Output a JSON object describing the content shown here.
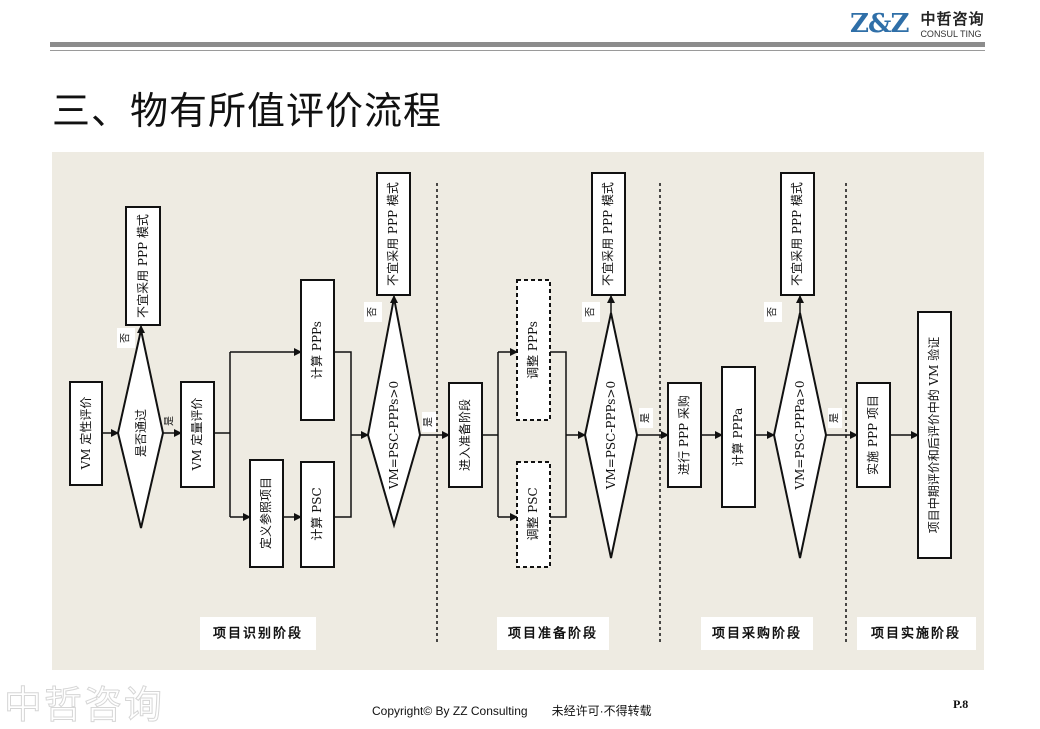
{
  "header": {
    "logo_mark": "Z&Z",
    "logo_cn": "中哲咨询",
    "logo_en": "CONSUL TING"
  },
  "title": "三、物有所值评价流程",
  "flow": {
    "qualitative": "VM 定性评价",
    "pass_check": "是否通过",
    "not_suitable": "不宜采用 PPP 模式",
    "quantitative": "VM 定量评价",
    "calc_ppps": "计算 PPPs",
    "define_ref": "定义参照项目",
    "calc_psc": "计算 PSC",
    "vm_ppps": "VM=PSC-PPPs>0",
    "enter_prep": "进入准备阶段",
    "adjust_ppps": "调整 PPPs",
    "adjust_psc": "调整 PSC",
    "procure": "进行 PPP 采购",
    "calc_pppa": "计算 PPPa",
    "vm_pppa": "VM=PSC-PPPa>0",
    "implement": "实施 PPP 项目",
    "verify": "项目中期评价和后评价中的 VM 验证",
    "yes": "是",
    "no": "否"
  },
  "phases": [
    "项目识别阶段",
    "项目准备阶段",
    "项目采购阶段",
    "项目实施阶段"
  ],
  "footer": {
    "watermark": "中哲咨询",
    "copyright": "Copyright© By  ZZ Consulting",
    "notice": "未经许可·不得转载",
    "page": "P.8"
  },
  "colors": {
    "diagram_bg": "#eeebe2",
    "logo_blue": "#2f6fa8"
  }
}
